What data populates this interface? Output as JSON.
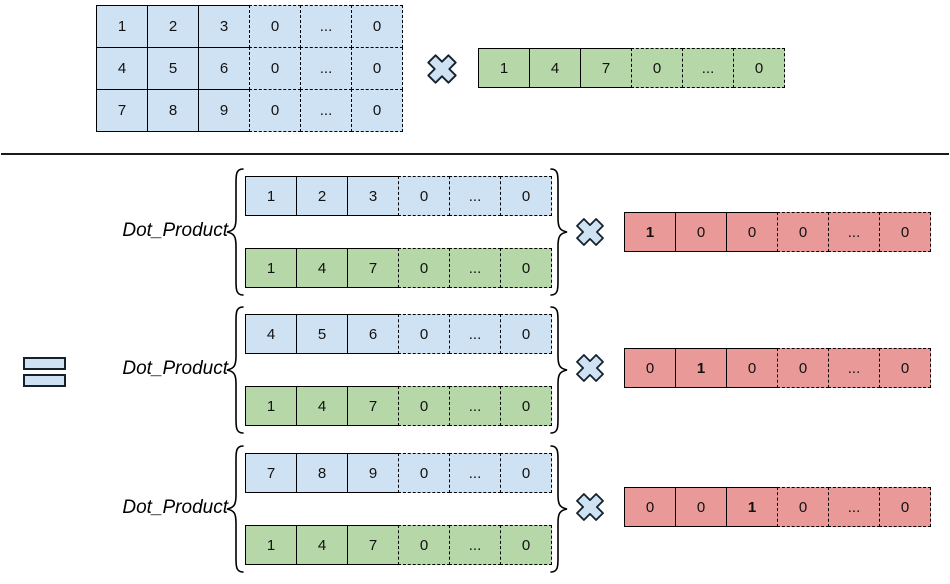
{
  "colors": {
    "blue_fill": "#cfe2f3",
    "green_fill": "#b6d7a8",
    "red_fill": "#ea9999",
    "cell_border": "#000000",
    "icon_fill": "#cfe2f3",
    "icon_stroke": "#15222e"
  },
  "dashed_from_index": 3,
  "top_section": {
    "matrix_rows": [
      [
        "1",
        "2",
        "3",
        "0",
        "...",
        "0"
      ],
      [
        "4",
        "5",
        "6",
        "0",
        "...",
        "0"
      ],
      [
        "7",
        "8",
        "9",
        "0",
        "...",
        "0"
      ]
    ],
    "multiply_icon": "multiply",
    "vector": [
      "1",
      "4",
      "7",
      "0",
      "...",
      "0"
    ]
  },
  "equals_icon": "equals",
  "dot_product_groups": [
    {
      "label": "Dot_Product",
      "matrix_row": [
        "1",
        "2",
        "3",
        "0",
        "...",
        "0"
      ],
      "vector_row": [
        "1",
        "4",
        "7",
        "0",
        "...",
        "0"
      ],
      "selector_row": [
        "1",
        "0",
        "0",
        "0",
        "...",
        "0"
      ],
      "bold_index": 0
    },
    {
      "label": "Dot_Product",
      "matrix_row": [
        "4",
        "5",
        "6",
        "0",
        "...",
        "0"
      ],
      "vector_row": [
        "1",
        "4",
        "7",
        "0",
        "...",
        "0"
      ],
      "selector_row": [
        "0",
        "1",
        "0",
        "0",
        "...",
        "0"
      ],
      "bold_index": 1
    },
    {
      "label": "Dot_Product",
      "matrix_row": [
        "7",
        "8",
        "9",
        "0",
        "...",
        "0"
      ],
      "vector_row": [
        "1",
        "4",
        "7",
        "0",
        "...",
        "0"
      ],
      "selector_row": [
        "0",
        "0",
        "1",
        "0",
        "...",
        "0"
      ],
      "bold_index": 2
    }
  ]
}
